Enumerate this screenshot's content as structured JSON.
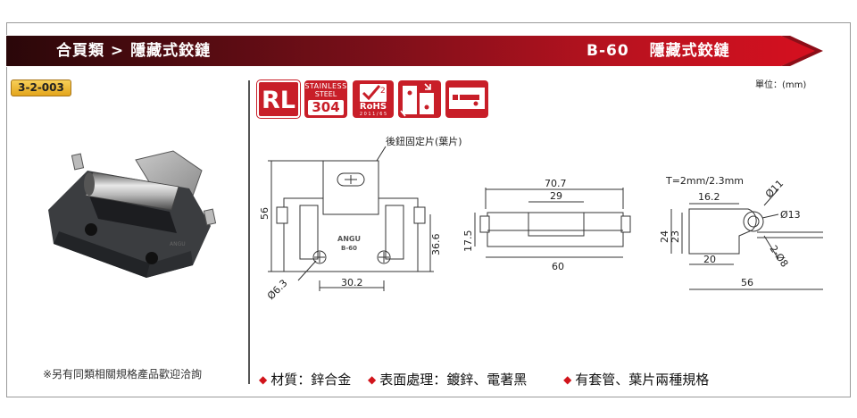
{
  "header": {
    "breadcrumb": "合頁類 > 隱藏式鉸鏈",
    "model_code": "B-60",
    "product_name": "隱藏式鉸鏈"
  },
  "catalog_code": "3-2-003",
  "unit_label": "單位：(mm)",
  "certifications": {
    "rl": "RL",
    "stainless_top": "STAINLESS",
    "stainless_mid": "STEEL",
    "stainless_num": "304",
    "rohs_label": "RoHS",
    "rohs_sub": "2 0 1 1 / 6 5",
    "rohs_num": "2"
  },
  "drawing": {
    "callout_rear_plate": "後鈕固定片(葉片)",
    "thickness_label": "T=2mm/2.3mm",
    "front_dims": {
      "height": "56",
      "hole_dia": "Ø6.3",
      "hole_spacing": "30.2",
      "right_height": "36.6"
    },
    "top_dims": {
      "overall": "70.7",
      "inner": "29",
      "base": "60",
      "height": "17.5"
    },
    "side_dims": {
      "width": "16.2",
      "pin_dia": "Ø11",
      "bore_dia": "Ø13",
      "slot": "2-Ø8",
      "h1": "24",
      "h2": "23",
      "base": "20",
      "total": "56"
    },
    "front_mark_brand": "ANGU",
    "front_mark_model": "B-60"
  },
  "note": "※另有同類相關規格產品歡迎洽詢",
  "features": [
    "材質：鋅合金",
    "表面處理：鍍鋅、電著黑",
    "有套管、葉片兩種規格"
  ],
  "colors": {
    "banner_dark": "#3a0c12",
    "banner_red": "#c8101e",
    "accent_red": "#d1141b",
    "badge_gold": "#e8b02a"
  }
}
